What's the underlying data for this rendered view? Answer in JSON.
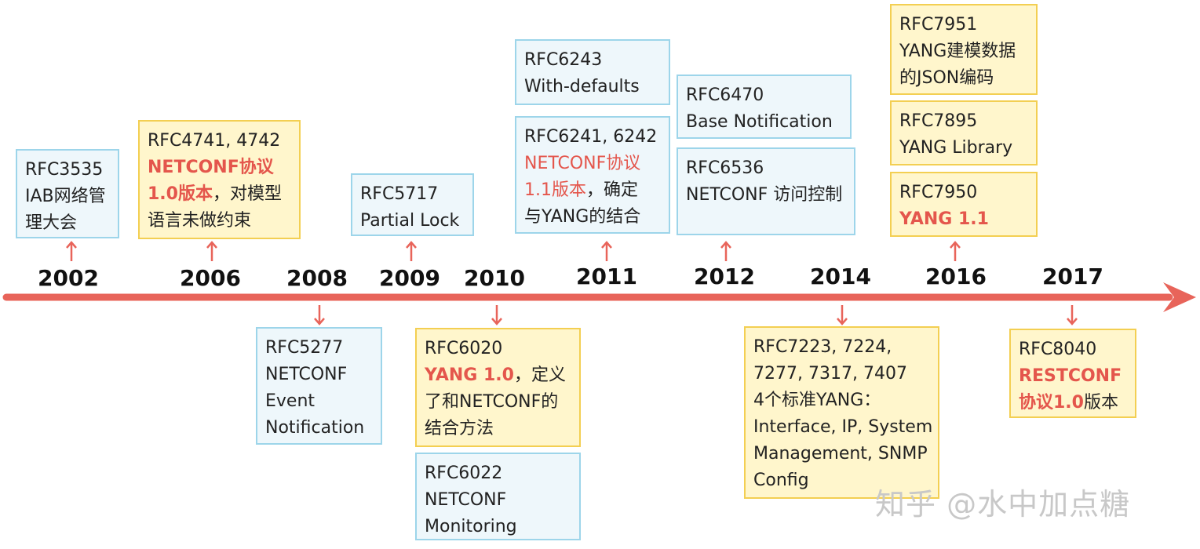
{
  "years": [
    "2002",
    "2006",
    "2008",
    "2009",
    "2010",
    "2011",
    "2012",
    "2014",
    "2016",
    "2017"
  ],
  "boxes": {
    "rfc3535": {
      "lines": [
        "RFC3535",
        "IAB网络管",
        "理大会"
      ]
    },
    "rfc4741": {
      "lines": [
        "RFC4741, 4742",
        "NETCONF协议",
        "1.0版本",
        "，对模型",
        "语言未做约束"
      ]
    },
    "rfc5717": {
      "lines": [
        "RFC5717",
        "Partial Lock"
      ]
    },
    "rfc6243": {
      "lines": [
        "RFC6243",
        "With-defaults"
      ]
    },
    "rfc6241": {
      "lines": [
        "RFC6241, 6242",
        "NETCONF协议",
        "1.1版本",
        "，确定",
        "与YANG的结合"
      ]
    },
    "rfc6470": {
      "lines": [
        "RFC6470",
        "Base Notification"
      ]
    },
    "rfc6536": {
      "lines": [
        "RFC6536",
        "NETCONF 访问控制"
      ]
    },
    "rfc7951": {
      "lines": [
        "RFC7951",
        "YANG建模数据",
        "的JSON编码"
      ]
    },
    "rfc7895": {
      "lines": [
        "RFC7895",
        "YANG Library"
      ]
    },
    "rfc7950": {
      "lines": [
        "RFC7950",
        "YANG 1.1"
      ]
    },
    "rfc5277": {
      "lines": [
        "RFC5277",
        "NETCONF",
        "Event",
        "Notification"
      ]
    },
    "rfc6020": {
      "lines": [
        "RFC6020",
        "YANG 1.0",
        "，定义",
        "了和NETCONF的",
        "结合方法"
      ]
    },
    "rfc6022": {
      "lines": [
        "RFC6022",
        "NETCONF",
        "Monitoring"
      ]
    },
    "rfc7223": {
      "lines": [
        "RFC7223, 7224,",
        "7277, 7317, 7407",
        "4个标准YANG：",
        "Interface, IP, System",
        "Management, SNMP",
        "Config"
      ]
    },
    "rfc8040": {
      "lines": [
        "RFC8040",
        "RESTCONF",
        "协议1.0",
        "版本"
      ]
    }
  },
  "watermark": "知乎 @水中加点糖",
  "colors": {
    "axis": "#e8645a",
    "highlight": "#e4564c",
    "blue_border": "#9dd5ea",
    "blue_fill": "#eef7fb",
    "yellow_border": "#f3cf52",
    "yellow_fill": "#fff6cc"
  }
}
